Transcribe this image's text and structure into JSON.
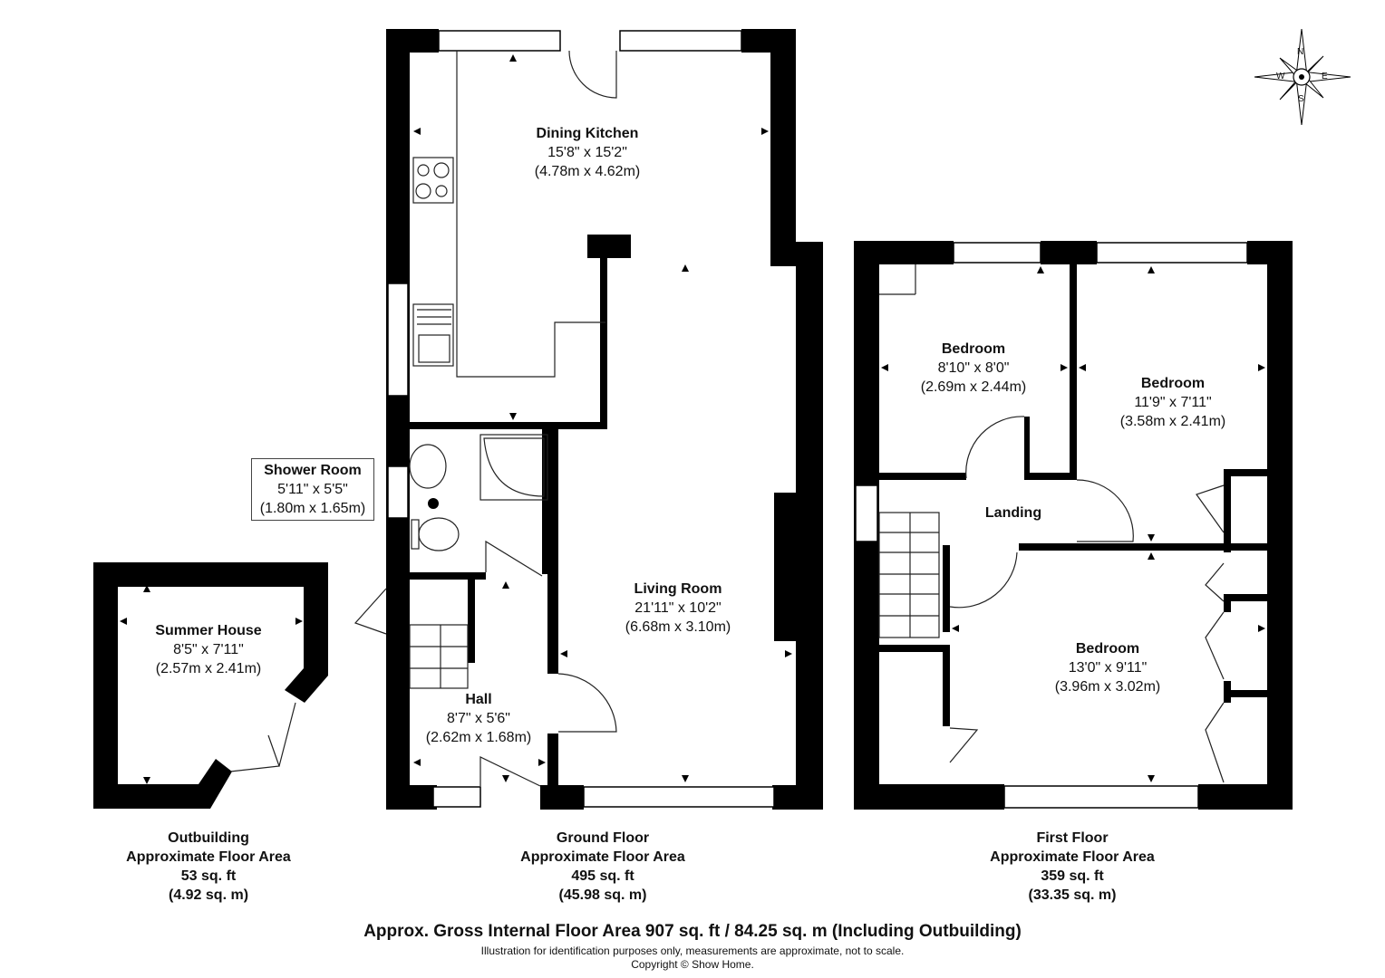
{
  "rooms": {
    "dining_kitchen": {
      "name": "Dining Kitchen",
      "imperial": "15'8\" x 15'2\"",
      "metric": "(4.78m x 4.62m)"
    },
    "shower_room": {
      "name": "Shower Room",
      "imperial": "5'11\" x 5'5\"",
      "metric": "(1.80m x 1.65m)"
    },
    "living_room": {
      "name": "Living Room",
      "imperial": "21'11\" x 10'2\"",
      "metric": "(6.68m x 3.10m)"
    },
    "hall": {
      "name": "Hall",
      "imperial": "8'7\" x 5'6\"",
      "metric": "(2.62m x 1.68m)"
    },
    "summer_house": {
      "name": "Summer House",
      "imperial": "8'5\" x 7'11\"",
      "metric": "(2.57m x 2.41m)"
    },
    "bedroom_1": {
      "name": "Bedroom",
      "imperial": "8'10\" x 8'0\"",
      "metric": "(2.69m x 2.44m)"
    },
    "bedroom_2": {
      "name": "Bedroom",
      "imperial": "11'9\" x 7'11\"",
      "metric": "(3.58m x 2.41m)"
    },
    "bedroom_3": {
      "name": "Bedroom",
      "imperial": "13'0\" x 9'11\"",
      "metric": "(3.96m x 3.02m)"
    },
    "landing": {
      "name": "Landing"
    }
  },
  "areas": {
    "outbuilding": {
      "title": "Outbuilding",
      "subtitle": "Approximate Floor Area",
      "sqft": "53 sq. ft",
      "sqm": "(4.92 sq. m)"
    },
    "ground_floor": {
      "title": "Ground Floor",
      "subtitle": "Approximate Floor Area",
      "sqft": "495 sq. ft",
      "sqm": "(45.98 sq. m)"
    },
    "first_floor": {
      "title": "First Floor",
      "subtitle": "Approximate Floor Area",
      "sqft": "359 sq. ft",
      "sqm": "(33.35 sq. m)"
    }
  },
  "footer": {
    "total": "Approx. Gross Internal Floor Area 907 sq. ft / 84.25 sq. m (Including Outbuilding)",
    "disclaimer": "Illustration for identification purposes only, measurements are approximate, not to scale.",
    "copyright": "Copyright © Show Home."
  },
  "compass": {
    "n": "N",
    "e": "E",
    "s": "S",
    "w": "W"
  },
  "colors": {
    "wall": "#000000",
    "window": "#ffffff",
    "line": "#222222"
  }
}
